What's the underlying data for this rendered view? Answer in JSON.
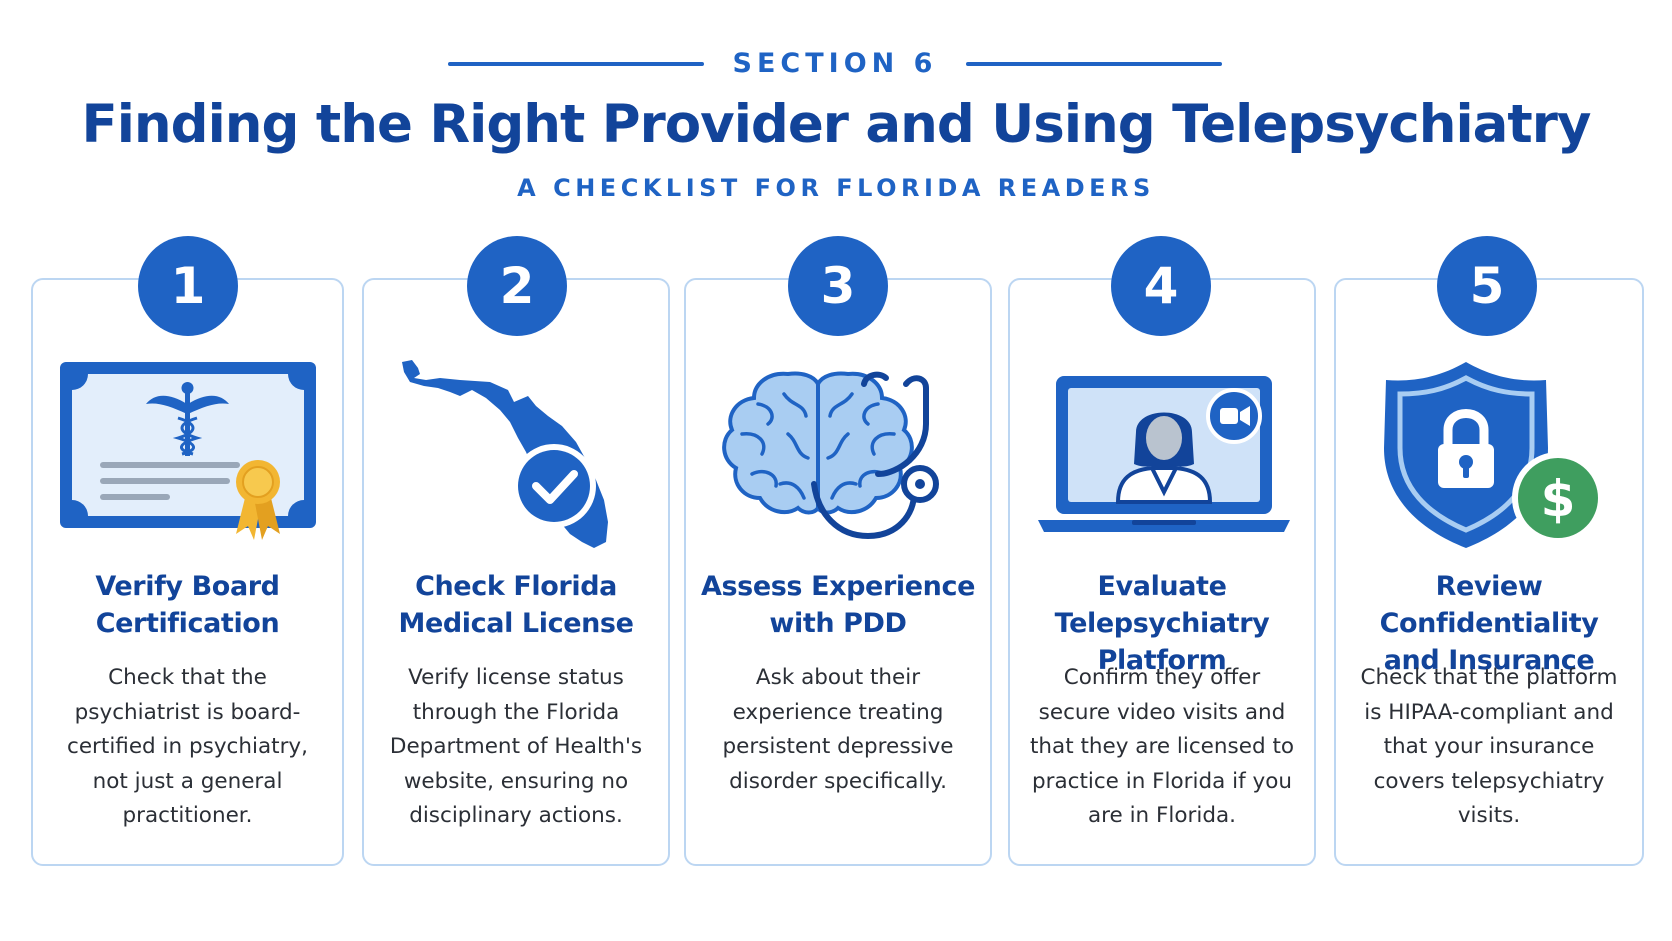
{
  "header": {
    "section_label": "SECTION 6",
    "title": "Finding the Right Provider and Using Telepsychiatry",
    "subtitle": "A CHECKLIST FOR FLORIDA READERS"
  },
  "colors": {
    "primary": "#1f63c4",
    "dark": "#12449a",
    "light": "#bcd6f2",
    "gold": "#f2b632",
    "green": "#3f9e5f"
  },
  "steps": [
    {
      "number": "1",
      "icon": "certificate-icon",
      "title_line1": "Verify Board",
      "title_line2": "Certification",
      "desc": [
        "Check that the",
        "psychiatrist is board-",
        "certified in psychiatry,",
        "not just a general",
        "practitioner."
      ]
    },
    {
      "number": "2",
      "icon": "florida-map-check-icon",
      "title_line1": "Check Florida",
      "title_line2": "Medical License",
      "desc": [
        "Verify license status",
        "through the Florida",
        "Department of Health's",
        "website, ensuring no",
        "disciplinary actions."
      ]
    },
    {
      "number": "3",
      "icon": "brain-stethoscope-icon",
      "title_line1": "Assess Experience",
      "title_line2": "with PDD",
      "desc": [
        "Ask about their",
        "experience treating",
        "persistent depressive",
        "disorder specifically."
      ]
    },
    {
      "number": "4",
      "icon": "laptop-video-icon",
      "title_line1": "Evaluate",
      "title_line2": "Telepsychiatry Platform",
      "desc": [
        "Confirm they offer",
        "secure video visits and",
        "that they are licensed to",
        "practice in Florida if you",
        "are in Florida."
      ]
    },
    {
      "number": "5",
      "icon": "shield-lock-dollar-icon",
      "title_line1": "Review Confidentiality",
      "title_line2": "and Insurance",
      "desc": [
        "Check that the platform",
        "is HIPAA-compliant and",
        "that your insurance",
        "covers telepsychiatry",
        "visits."
      ]
    }
  ]
}
